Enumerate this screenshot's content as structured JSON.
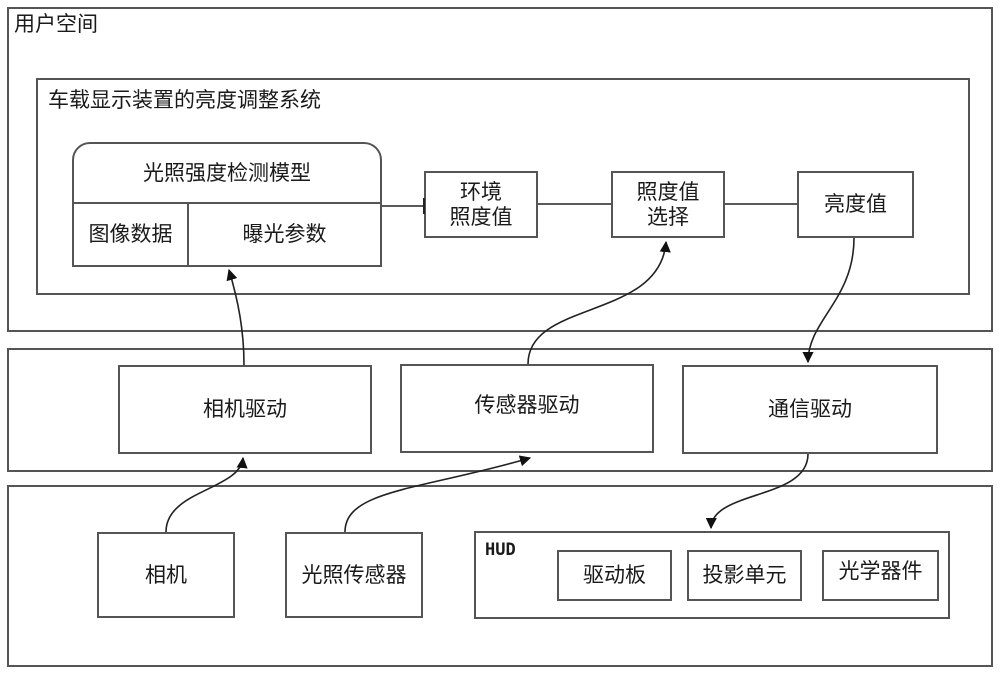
{
  "layers": {
    "user_space": {
      "title": "用户空间"
    },
    "driver_layer": {
      "title": ""
    },
    "hardware_layer": {
      "title": ""
    }
  },
  "system": {
    "title": "车载显示装置的亮度调整系统",
    "model": {
      "title": "光照强度检测模型",
      "inputs": [
        "图像数据",
        "曝光参数"
      ]
    },
    "ambient_illuminance": "环境\n照度值",
    "illuminance_selection": "照度值\n选择",
    "brightness_value": "亮度值"
  },
  "drivers": {
    "camera_driver": "相机驱动",
    "sensor_driver": "传感器驱动",
    "comm_driver": "通信驱动"
  },
  "hardware": {
    "camera": "相机",
    "light_sensor": "光照传感器",
    "hud": {
      "title": "HUD",
      "components": [
        "驱动板",
        "投影单元",
        "光学器件"
      ]
    }
  },
  "connections": [
    {
      "from": "相机",
      "to": "相机驱动"
    },
    {
      "from": "相机驱动",
      "to": "曝光参数"
    },
    {
      "from": "光照传感器",
      "to": "传感器驱动"
    },
    {
      "from": "传感器驱动",
      "to": "照度值选择"
    },
    {
      "from": "光照强度检测模型",
      "to": "环境照度值"
    },
    {
      "from": "环境照度值",
      "to": "照度值选择"
    },
    {
      "from": "照度值选择",
      "to": "亮度值"
    },
    {
      "from": "亮度值",
      "to": "通信驱动"
    },
    {
      "from": "通信驱动",
      "to": "HUD"
    }
  ]
}
